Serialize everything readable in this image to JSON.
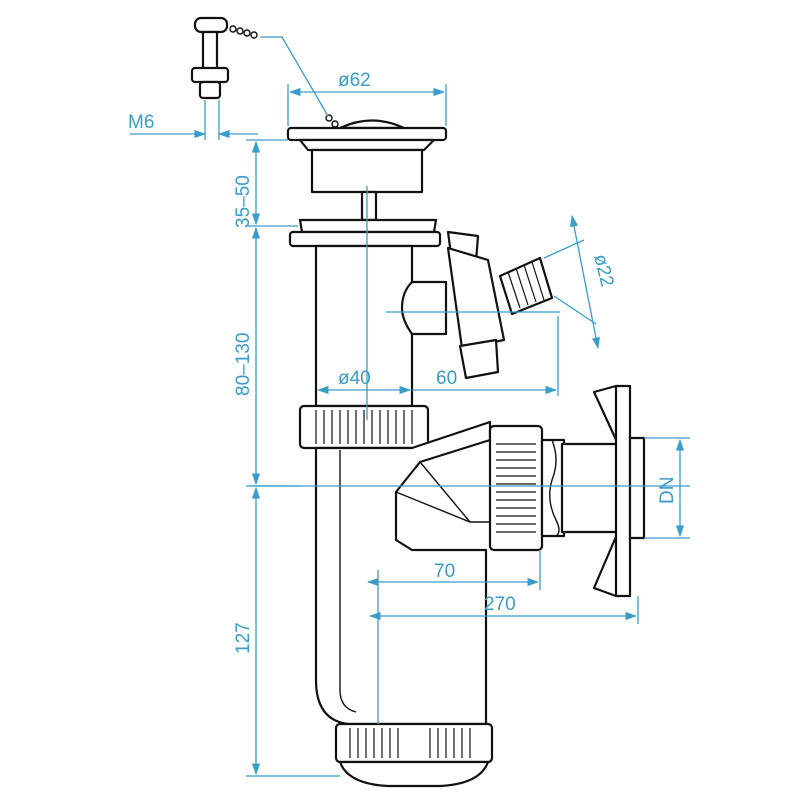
{
  "colors": {
    "dimension": "#3a9cc9",
    "outline": "#111111",
    "background": "#ffffff"
  },
  "dimensions": {
    "thread_m6": "M6",
    "plug_diameter": "ø62",
    "strainer_height": "35–50",
    "tube_length": "80–130",
    "tube_diameter": "ø40",
    "inlet_offset": "60",
    "inlet_diameter": "ø22",
    "outlet_dn": "DN",
    "outlet_offset": "70",
    "overall_length": "270",
    "trap_height": "127"
  }
}
